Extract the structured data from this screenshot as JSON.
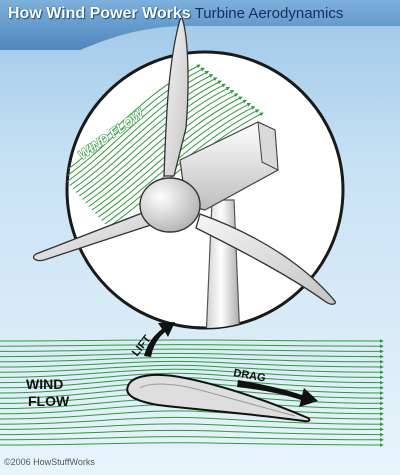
{
  "header": {
    "title": "How Wind Power Works",
    "subtitle": "Turbine Aerodynamics"
  },
  "labels": {
    "wind_flow_top": "WIND FLOW",
    "lift": "LIFT",
    "drag": "DRAG",
    "wind": "WIND",
    "flow": "FLOW"
  },
  "footer": {
    "copyright": "©2006 HowStuffWorks"
  },
  "colors": {
    "sky": "#b9d9f0",
    "banner": "#5f95c8",
    "wind_green": "#2f9a3c",
    "arrow": "#111111",
    "airfoil_fill": "#dfdfdf",
    "turbine": "#f1f1f1"
  }
}
